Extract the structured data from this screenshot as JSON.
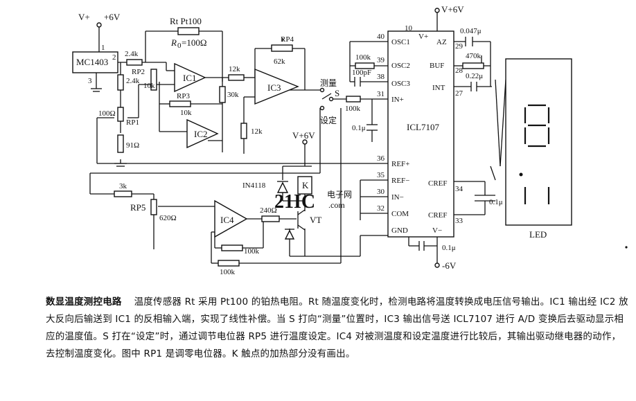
{
  "schematic": {
    "supply_pos_left": "V+",
    "supply_val_left": "+6V",
    "supply_top_right": "V+6V",
    "supply_mid": "V+6V",
    "supply_neg": "-6V",
    "u_ref": "MC1403",
    "pin_ref_out": "2",
    "pin_ref_gnd": "3",
    "pin_ref_in": "1",
    "r_24k_a": "2.4k",
    "r_24k_b": "2.4k",
    "rp2": "RP2",
    "rp2_val": "10k",
    "rt_label": "Rt Pt100",
    "r0_label": "R",
    "r0_sub": "0",
    "r0_val": "=100Ω",
    "ic1": "IC1",
    "ic2": "IC2",
    "ic3": "IC3",
    "ic4": "IC4",
    "rp3": "RP3",
    "r_10k": "10k",
    "r_100ohm": "100Ω",
    "rp1": "RP1",
    "r_91ohm": "91Ω",
    "r_12k_a": "12k",
    "r_30k": "30k",
    "r_12k_b": "12k",
    "rp4": "RP4",
    "r_62k": "62k",
    "sw_measure": "测量",
    "sw_s": "S",
    "sw_set": "设定",
    "r_100k_in": "100k",
    "c_01u_in": "0.1μ",
    "adc": "ICL7107",
    "pin_osc1": "OSC1",
    "pin_osc2": "OSC2",
    "pin_osc3": "OSC3",
    "pin_inp": "IN+",
    "pin_refp": "REF+",
    "pin_refm": "REF−",
    "pin_inm": "IN−",
    "pin_com": "COM",
    "pin_gnd": "GND",
    "pin_vp": "V+",
    "pin_vm": "V−",
    "pin_az": "AZ",
    "pin_buf": "BUF",
    "pin_int": "INT",
    "pin_cref1": "CREF",
    "pin_cref2": "CREF",
    "n40": "40",
    "n39": "39",
    "n38": "38",
    "n31": "31",
    "n36": "36",
    "n35": "35",
    "n30": "30",
    "n32": "32",
    "n29": "29",
    "n28": "28",
    "n27": "27",
    "n34": "34",
    "n33": "33",
    "n10": "10",
    "r_100k_osc": "100k",
    "c_100pf": "100pF",
    "c_047u": "0.047μ",
    "r_470k": "470k",
    "c_022u": "0.22μ",
    "c_01u_cref": "0.1μ",
    "c_01u_sup": "0.1μ",
    "led": "LED",
    "r_3k": "3k",
    "rp5": "RP5",
    "r_620ohm": "620Ω",
    "r_240ohm": "240Ω",
    "r_100k_fb": "100k",
    "r_100k_bot": "100k",
    "relay": "K",
    "diode": "IN4118",
    "transistor": "VT",
    "wm_main": "21IC",
    "wm_cn": "电子网",
    "wm_url": ".com"
  },
  "caption": {
    "title": "数显温度测控电路",
    "body": "温度传感器 Rt 采用 Pt100 的铂热电阻。Rt 随温度变化时，检测电路将温度转换成电压信号输出。IC1 输出经 IC2 放大反向后输送到 IC1 的反相输入端，实现了线性补偿。当 S 打向“测量”位置时，IC3 输出信号送 ICL7107 进行 A/D 变换后去驱动显示相应的温度值。S 打在“设定”时，通过调节电位器 RP5 进行温度设定。IC4 对被测温度和设定温度进行比较后，其输出驱动继电器的动作，去控制温度变化。图中 RP1 是调零电位器。K 触点的加热部分没有画出。"
  }
}
